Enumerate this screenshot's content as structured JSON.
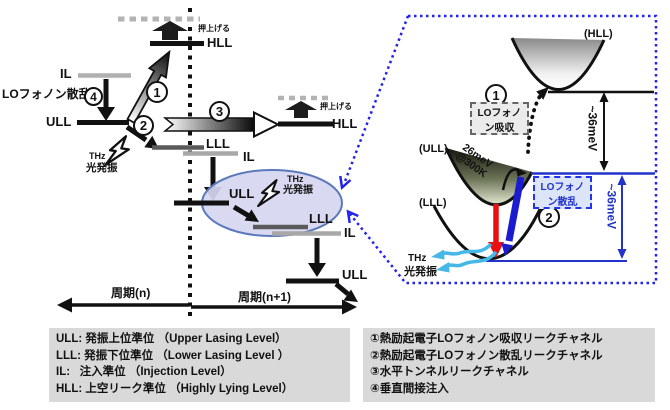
{
  "colors": {
    "accent_blue": "#2233cc",
    "callout_blue": "#2222ee",
    "red_arrow": "#e81010",
    "cyan_arrow": "#45b8e8",
    "ellipse_fill": "#d6d7f0",
    "legend_bg": "#d9d9d9"
  },
  "left": {
    "push_up_left": "押上げる",
    "hll_left": "HLL",
    "il_left": "IL",
    "lo_phonon_scatter": "LOフォノン散乱",
    "marker4": "4",
    "ull_left": "ULL",
    "marker1": "1",
    "marker2": "2",
    "marker3": "3",
    "thz1": "THz",
    "thz2": "光発振",
    "lll_left": "LLL",
    "il_mid": "IL",
    "push_up_right": "押上げる",
    "hll_right": "HLL",
    "ull_mid": "ULL",
    "ellipse_thz1": "THz",
    "ellipse_thz2": "光発振",
    "lll_mid": "LLL",
    "il_right": "IL",
    "ull_bottom": "ULL",
    "period_n": "周期(n)",
    "period_n1": "周期(n+1)"
  },
  "right": {
    "hll": "(HLL)",
    "ull": "(ULL)",
    "lll": "(LLL)",
    "marker1": "1",
    "marker2": "2",
    "absorb1": "LOフォノ",
    "absorb2": "ン吸収",
    "scatter1": "LOフォノ",
    "scatter2": "ン散乱",
    "e26a": "26meV",
    "e26b": "@300K",
    "e36_top": "~36meV",
    "e36_bottom": "~36meV",
    "thz1": "THz",
    "thz2": "光発振"
  },
  "legend_levels": {
    "rows": [
      "ULL: 発振上位準位 （Upper Lasing Level）",
      "LLL: 発振下位準位 （Lower Lasing Level ）",
      "IL:   注入準位 （Injection Level）",
      "HLL: 上空リーク準位 （Highly Lying Level）"
    ]
  },
  "legend_channels": {
    "rows": [
      "①熱励起電子LOフォノン吸収リークチャネル",
      "②熱励起電子LOフォノン散乱リークチャネル",
      "③水平トンネルリークチャネル",
      "④垂直間接注入"
    ]
  }
}
